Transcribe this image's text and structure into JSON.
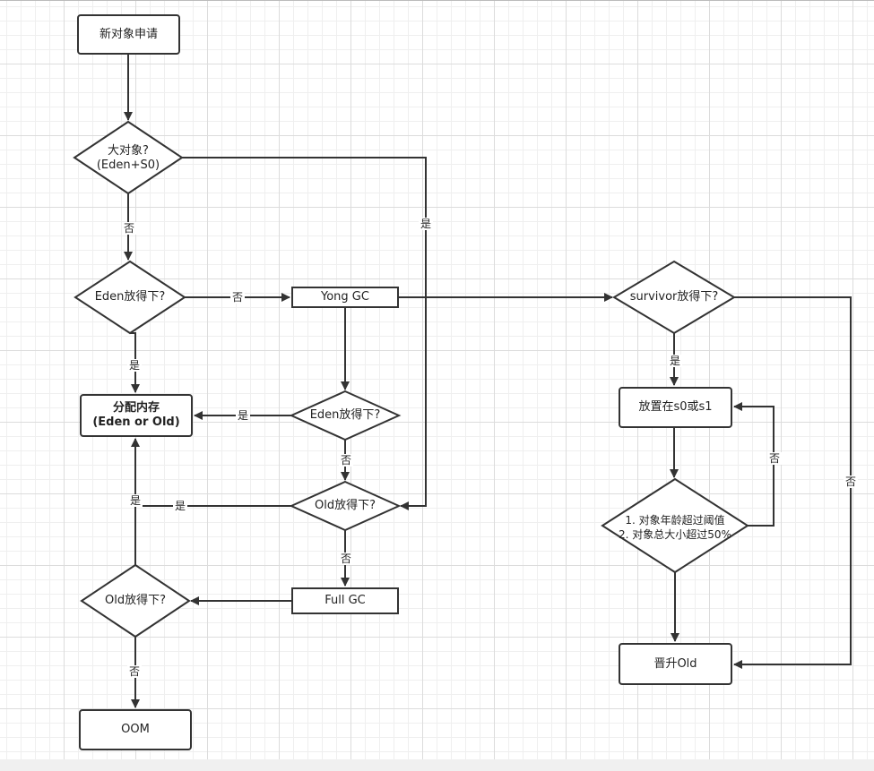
{
  "nodes": {
    "new_object_request": "新对象申请",
    "large_object_q_line1": "大对象?",
    "large_object_q_line2": "(Eden+S0)",
    "eden_fit_q1": "Eden放得下?",
    "young_gc": "Yong GC",
    "survivor_fit_q": "survivor放得下?",
    "allocate_memory_line1": "分配内存",
    "allocate_memory_line2": "(Eden or Old)",
    "eden_fit_q2": "Eden放得下?",
    "place_s0_s1": "放置在s0或s1",
    "old_fit_q1": "Old放得下?",
    "age_check_line1": "1. 对象年龄超过阈值",
    "age_check_line2": "2. 对象总大小超过50%",
    "full_gc": "Full GC",
    "old_fit_q2": "Old放得下?",
    "promote_old": "晋升Old",
    "oom": "OOM"
  },
  "edges": {
    "large_no": "否",
    "large_yes": "是",
    "eden1_no": "否",
    "eden1_yes": "是",
    "eden2_yes": "是",
    "eden2_no": "否",
    "old1_yes_a": "是",
    "old1_yes_b": "是",
    "old1_no": "否",
    "old2_no": "否",
    "survivor_yes": "是",
    "survivor_no": "否",
    "age_no": "否"
  },
  "colors": {
    "stroke": "#333333",
    "background": "#ffffff"
  }
}
